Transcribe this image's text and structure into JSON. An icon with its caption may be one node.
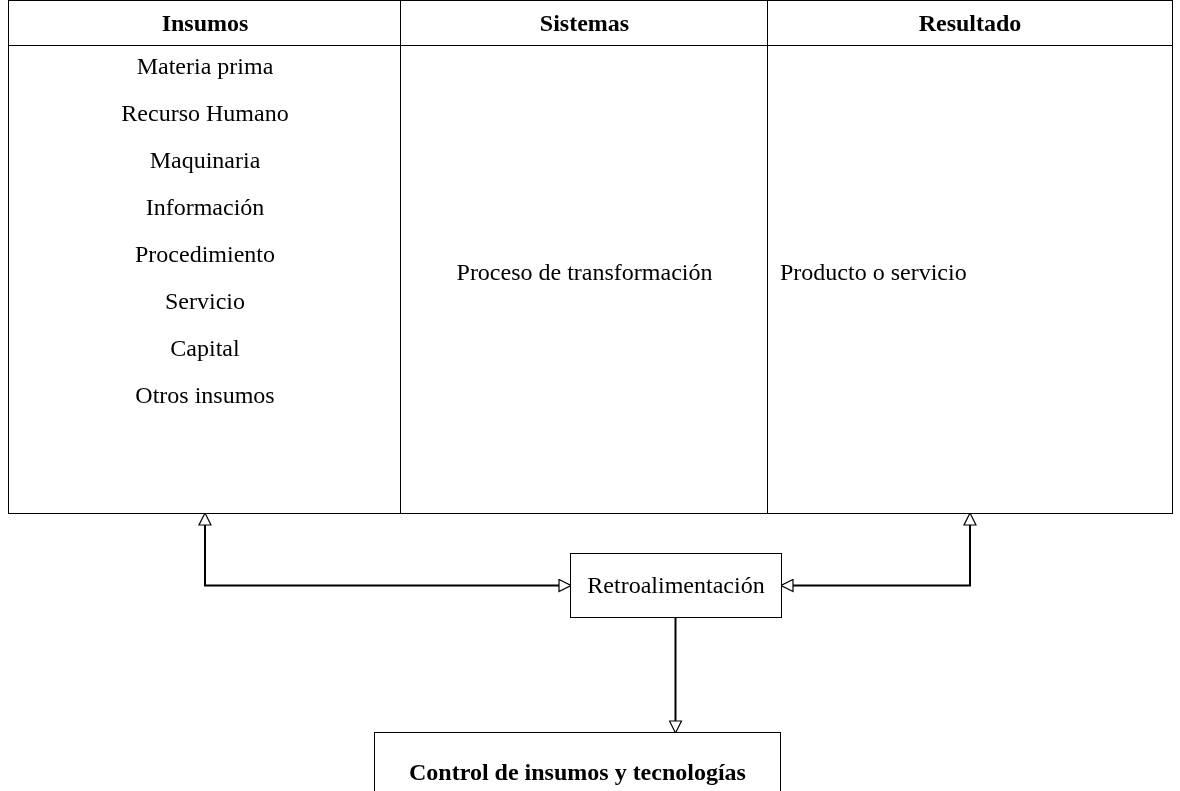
{
  "diagram": {
    "nodes": [
      {
        "text": [
          "Insumos",
          "Materia prima",
          "Recurso Humano",
          "Maquinaria",
          "Información",
          "Procedimiento",
          "Servicio",
          "Capital",
          "Otros insumos"
        ]
      },
      {
        "text": [
          "Sistemas",
          "Proceso de transformación"
        ]
      },
      {
        "text": [
          "Resultado",
          "Producto o servicio"
        ]
      },
      {
        "text": [
          "Retroalimentación"
        ]
      },
      {
        "text": [
          "Control de insumos y tecnologías"
        ]
      }
    ],
    "edges": [
      {
        "from": 0,
        "to": 3,
        "arrow": "both"
      },
      {
        "from": 2,
        "to": 3,
        "arrow": "both"
      },
      {
        "from": 3,
        "to": 4,
        "arrow": "to"
      }
    ]
  }
}
